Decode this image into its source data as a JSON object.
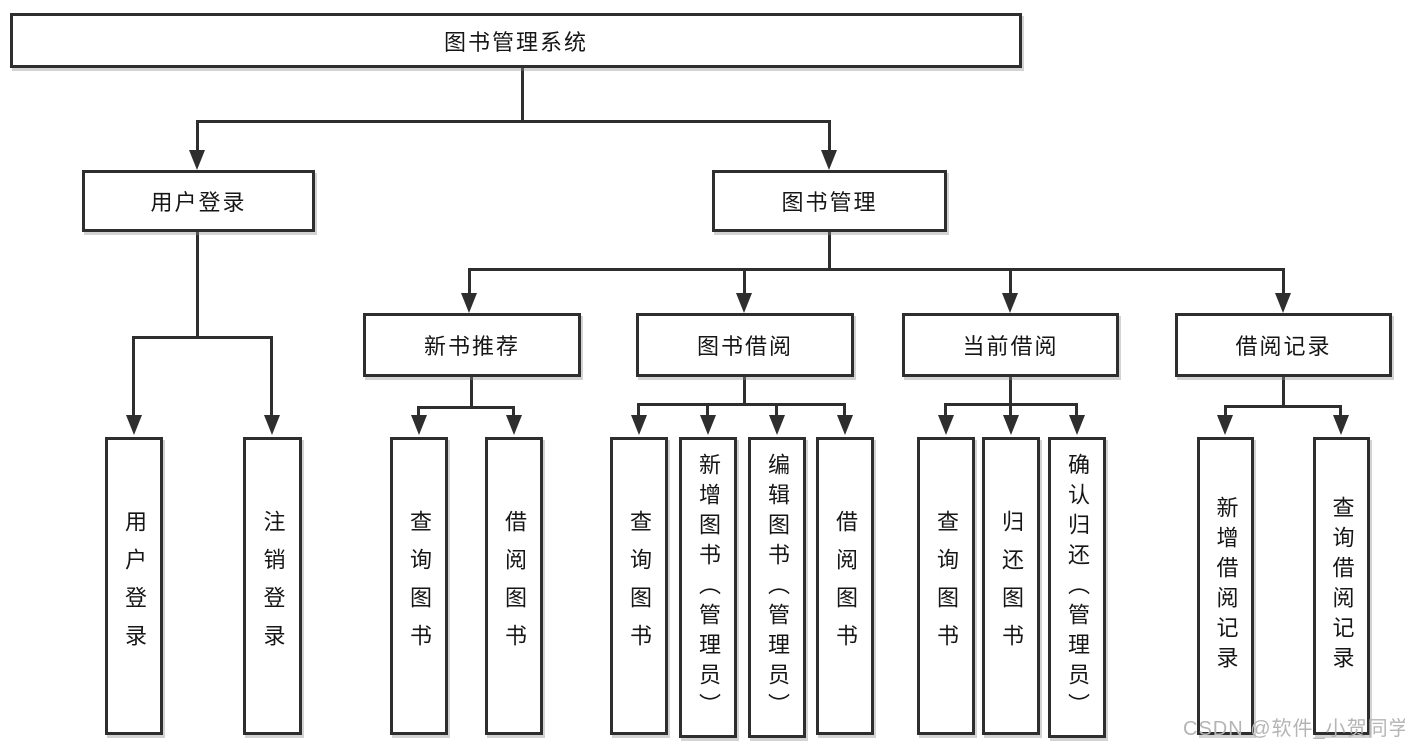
{
  "diagram": {
    "root": "图书管理系统",
    "branches": [
      {
        "label": "用户登录",
        "children": [
          "用户登录",
          "注销登录"
        ]
      },
      {
        "label": "图书管理",
        "groups": [
          {
            "label": "新书推荐",
            "children": [
              "查询图书",
              "借阅图书"
            ]
          },
          {
            "label": "图书借阅",
            "children": [
              "查询图书",
              "新增图书（管理员）",
              "编辑图书（管理员）",
              "借阅图书"
            ]
          },
          {
            "label": "当前借阅",
            "children": [
              "查询图书",
              "归还图书",
              "确认归还（管理员）"
            ]
          },
          {
            "label": "借阅记录",
            "children": [
              "新增借阅记录",
              "查询借阅记录"
            ]
          }
        ]
      }
    ]
  },
  "colors": {
    "line": "#2e2e2e",
    "box_border": "#2e2e2e",
    "text": "#161616",
    "watermark": "#b5b5b5"
  },
  "watermark": "CSDN @软件_小贺同学"
}
